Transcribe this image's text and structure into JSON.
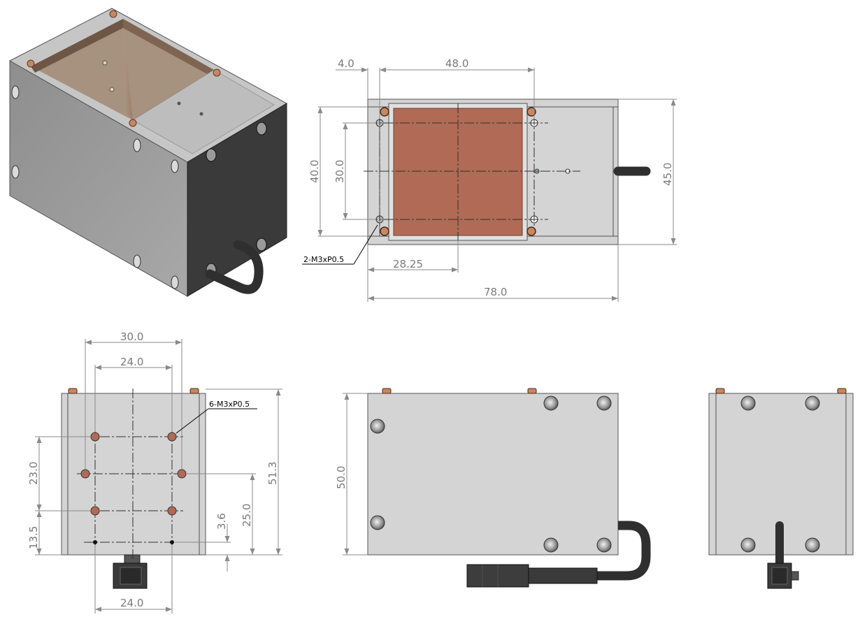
{
  "views": {
    "isometric": {},
    "top": {
      "dims": {
        "d4_0": "4.0",
        "d48_0": "48.0",
        "d40_0": "40.0",
        "d30_0": "30.0",
        "d45_0": "45.0",
        "d28_25": "28.25",
        "d78_0": "78.0"
      },
      "callout": "2-M3xP0.5"
    },
    "bottom_left": {
      "dims": {
        "d30_0": "30.0",
        "d24_0_top": "24.0",
        "d23_0": "23.0",
        "d13_5": "13.5",
        "d51_3": "51.3",
        "d25_0": "25.0",
        "d3_6": "3.6",
        "d24_0_bottom": "24.0"
      },
      "callout": "6-M3xP0.5"
    },
    "front": {
      "dims": {
        "d50_0": "50.0"
      }
    },
    "side": {}
  },
  "colors": {
    "copper": "#b06a55",
    "aluminum": "#d4d4d4",
    "dark_side": "#3a3a3a",
    "cable": "#2f2f2f",
    "screw": "#c8875f"
  }
}
